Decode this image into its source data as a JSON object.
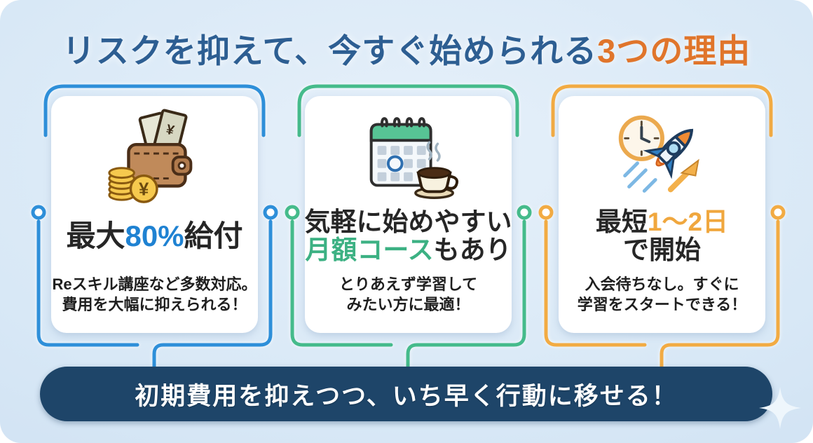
{
  "background_color": "#d8e8f6",
  "title": {
    "main": "リスクを抑えて、今すぐ始められる",
    "highlight": "3つの理由",
    "main_color": "#2d5e92",
    "highlight_color": "#e0752b"
  },
  "cards": [
    {
      "icon": "wallet-money-icon",
      "accent_color": "#1f82d2",
      "line_color": "#2e8fd9",
      "heading": {
        "pre": "最大",
        "accent": "80%",
        "post": "給付"
      },
      "sub_line1": "Reスキル講座など多数対応。",
      "sub_line2": "費用を大幅に抑えられる！"
    },
    {
      "icon": "calendar-coffee-icon",
      "accent_color": "#3cb183",
      "line_color": "#45bb8b",
      "heading": {
        "line1": "気軽に始めやすい",
        "accent": "月額コース",
        "post": "もあり"
      },
      "sub_line1": "とりあえず学習して",
      "sub_line2": "みたい方に最適！"
    },
    {
      "icon": "rocket-clock-icon",
      "accent_color": "#f0a73e",
      "line_color": "#f2ab43",
      "heading": {
        "pre": "最短",
        "accent": "1〜2日",
        "line2": "で開始"
      },
      "sub_line1": "入会待ちなし。すぐに",
      "sub_line2": "学習をスタートできる！"
    }
  ],
  "banner": {
    "text": "初期費用を抑えつつ、いち早く行動に移せる！",
    "bg_color": "#1e4569",
    "text_color": "#ffffff"
  }
}
